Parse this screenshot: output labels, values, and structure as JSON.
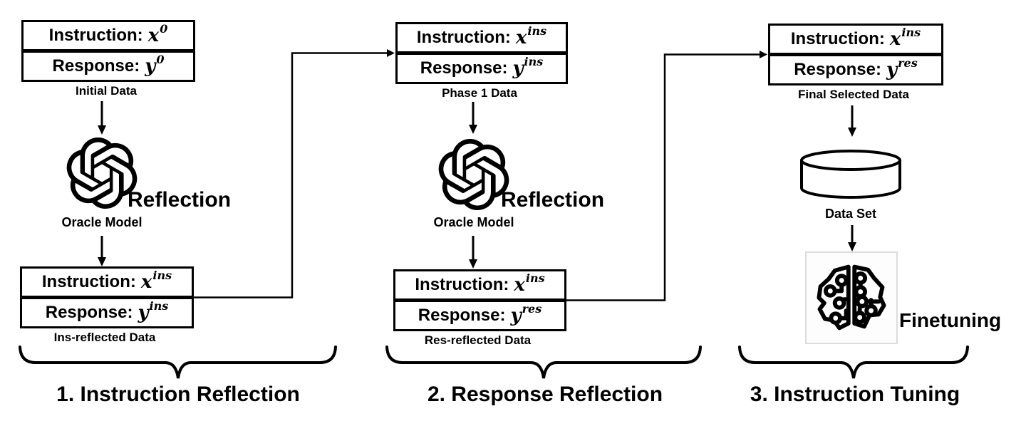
{
  "colors": {
    "ink": "#000000",
    "background": "#ffffff",
    "image_frame_border": "#dcdcdc"
  },
  "icons": {
    "oracle": "openai-logo-icon",
    "dataset": "database-cylinder-icon",
    "finetuning": "brain-circuit-icon",
    "flow": "arrow-icon",
    "grouping": "underbrace-icon"
  },
  "stage1": {
    "initial_box": {
      "instruction_label": "Instruction:",
      "instruction_var": "x",
      "instruction_exp": "0",
      "response_label": "Response:",
      "response_var": "y",
      "response_exp": "0",
      "caption": "Initial Data"
    },
    "oracle": {
      "label": "Reflection",
      "caption": "Oracle Model"
    },
    "ins_reflected_box": {
      "instruction_label": "Instruction:",
      "instruction_var": "x",
      "instruction_exp": "ins",
      "response_label": "Response:",
      "response_var": "y",
      "response_exp": "ins",
      "caption": "Ins-reflected Data"
    },
    "phase_caption": "1. Instruction Reflection"
  },
  "stage2": {
    "phase1_box": {
      "instruction_label": "Instruction:",
      "instruction_var": "x",
      "instruction_exp": "ins",
      "response_label": "Response:",
      "response_var": "y",
      "response_exp": "ins",
      "caption": "Phase 1 Data"
    },
    "oracle": {
      "label": "Reflection",
      "caption": "Oracle Model"
    },
    "res_reflected_box": {
      "instruction_label": "Instruction:",
      "instruction_var": "x",
      "instruction_exp": "ins",
      "response_label": "Response:",
      "response_var": "y",
      "response_exp": "res",
      "caption": "Res-reflected Data"
    },
    "phase_caption": "2. Response Reflection"
  },
  "stage3": {
    "final_box": {
      "instruction_label": "Instruction:",
      "instruction_var": "x",
      "instruction_exp": "ins",
      "response_label": "Response:",
      "response_var": "y",
      "response_exp": "res",
      "caption": "Final Selected Data"
    },
    "dataset": {
      "caption": "Data Set"
    },
    "finetuning": {
      "label": "Finetuning"
    },
    "phase_caption": "3. Instruction Tuning"
  }
}
